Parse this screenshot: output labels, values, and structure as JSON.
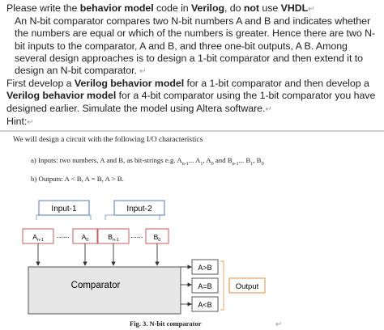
{
  "question": {
    "line1": {
      "a": "Please write the ",
      "b": "behavior model",
      "c": " code in ",
      "d": "Verilog",
      "e": ", do ",
      "f": "not",
      "g": " use ",
      "h": "VHDL"
    },
    "para1": "An N-bit comparator compares two N-bit numbers A and B and indicates whether the numbers are equal or which of the numbers is greater. Hence there are two N-bit inputs to the comparator, A and B, and three one-bit outputs, A B. Among several design approaches is to design a 1-bit comparator and then extend it to design an N-bit comparator.",
    "para2": {
      "a": "First develop a ",
      "b": "Verilog behavior model",
      "c": " for a 1-bit comparator and then develop a ",
      "d": "Verilog behavior model",
      "e": " for a 4-bit comparator using the 1-bit comparator you have designed earlier. Simulate the model using Altera software."
    },
    "hint_label": "Hint:",
    "return_mark": "↵"
  },
  "hint": {
    "heading": "We will design a circuit with the following I/O characteristics",
    "item_a": {
      "prefix": "a)  Inputs: two numbers, A and B, as bit-strings e.g. ",
      "A": "A",
      "An": "n-1",
      "dots1": "... A",
      "A1": "1",
      ", A": ", A",
      "A0": "0",
      " and B": " and B",
      "Bn": "n-1",
      "dots2": "... B",
      "B1": "1",
      ", B": ", B",
      "B0": "0"
    },
    "item_b": "b)  Outputs: A < B, A = B, A > B.",
    "caption": "Fig. 3. N-bit comparator"
  },
  "diagram": {
    "input1": "Input-1",
    "input2": "Input-2",
    "a_high": {
      "base": "A",
      "sub": "n-1"
    },
    "a_low": {
      "base": "A",
      "sub": "0"
    },
    "b_high": {
      "base": "B",
      "sub": "n-1"
    },
    "b_low": {
      "base": "B",
      "sub": "0"
    },
    "dots": "......",
    "comparator": "Comparator",
    "out_gt": "A>B",
    "out_eq": "A=B",
    "out_lt": "A<B",
    "output": "Output",
    "colors": {
      "input_border": "#6f8fc0",
      "output_border": "#e0a060",
      "box_fill": "#e6e6e6"
    }
  }
}
